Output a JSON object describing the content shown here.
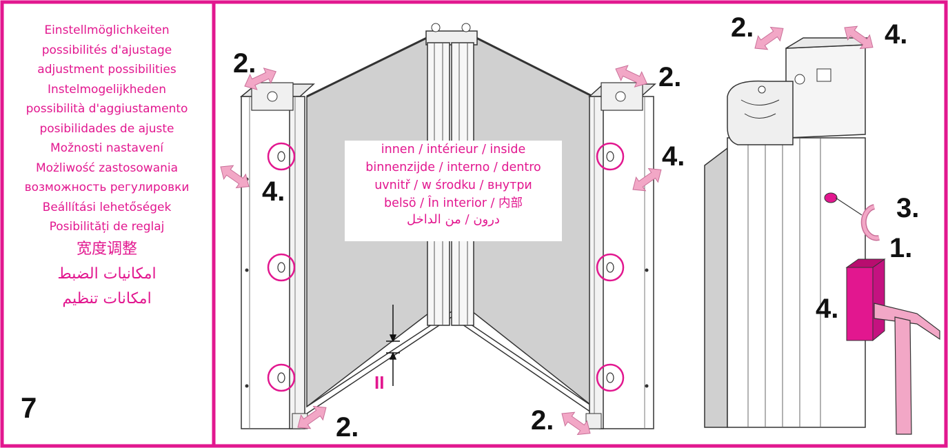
{
  "border_color": "#e2178f",
  "accent_pink": "#e2178f",
  "arrow_pink": "#f2a7c6",
  "languages": [
    "Einstellmöglichkeiten",
    "possibilités d'ajustage",
    "adjustment possibilities",
    "Instelmogelijkheden",
    "possibilità d'aggiustamento",
    "posibilidades de ajuste",
    "Možnosti nastavení",
    "Możliwość zastosowania",
    "возможность регулировки",
    "Beállítási lehetőségek",
    "Posibilități de reglaj",
    "宽度调整",
    "امكانيات الضبط",
    "امكانات تنظيم"
  ],
  "step_number": "7",
  "inside_text": [
    "innen / intérieur / inside",
    "binnenzijde / interno / dentro",
    "uvnitř / w środku / внутри",
    "belsö / În interior / 内部",
    "درون / من الداخل"
  ],
  "gap_label": "II",
  "callouts": {
    "adjust_2": "2.",
    "adjust_4": "4.",
    "adjust_3": "3.",
    "adjust_1": "1."
  }
}
